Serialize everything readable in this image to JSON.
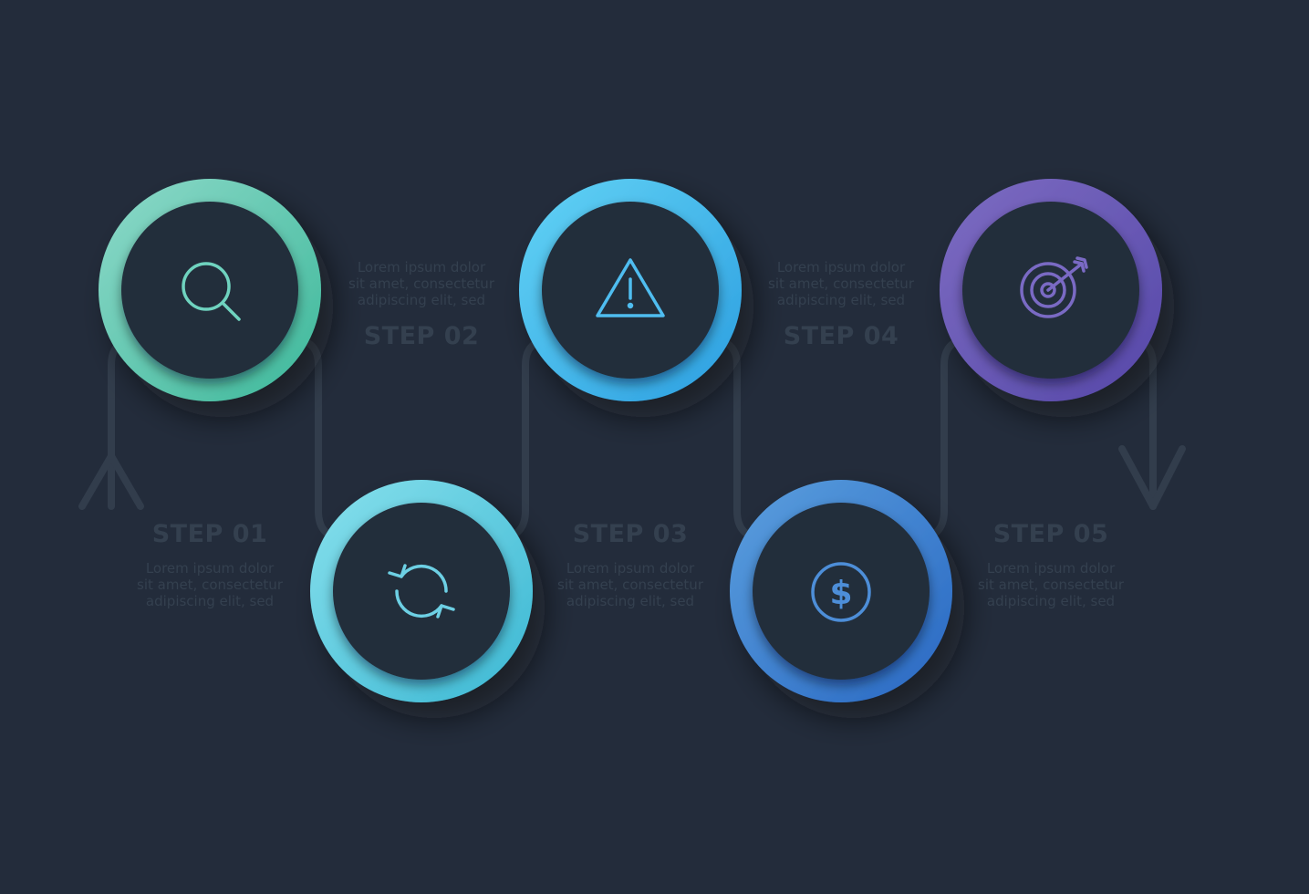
{
  "colors": {
    "background": "#232c3b",
    "connector": "#323d4c",
    "circle_inner": "#242d3b",
    "text_muted": "#34404f"
  },
  "steps": [
    {
      "title": "STEP 01",
      "desc": [
        "Lorem ipsum dolor",
        "sit amet, consectetur",
        "adipiscing elit, sed"
      ],
      "icon": "magnifier-icon",
      "ring_colors": [
        "#8dd9c9",
        "#3db89a"
      ],
      "icon_color": "#6fd3bf"
    },
    {
      "title": "STEP 02",
      "desc": [
        "Lorem ipsum dolor",
        "sit amet, consectetur",
        "adipiscing elit, sed"
      ],
      "icon": "refresh-icon",
      "ring_colors": [
        "#87e0ec",
        "#3bb7d3"
      ],
      "icon_color": "#6dd0e4"
    },
    {
      "title": "STEP 03",
      "desc": [
        "Lorem ipsum dolor",
        "sit amet, consectetur",
        "adipiscing elit, sed"
      ],
      "icon": "warning-icon",
      "ring_colors": [
        "#63d3f5",
        "#2b9ee0"
      ],
      "icon_color": "#4fbdf0"
    },
    {
      "title": "STEP 04",
      "desc": [
        "Lorem ipsum dolor",
        "sit amet, consectetur",
        "adipiscing elit, sed"
      ],
      "icon": "dollar-icon",
      "ring_colors": [
        "#5b9fde",
        "#2867c2"
      ],
      "icon_color": "#4d8ed8"
    },
    {
      "title": "STEP 05",
      "desc": [
        "Lorem ipsum dolor",
        "sit amet, consectetur",
        "adipiscing elit, sed"
      ],
      "icon": "target-icon",
      "ring_colors": [
        "#7d6cc2",
        "#5547a8"
      ],
      "icon_color": "#7a6ac4"
    }
  ]
}
